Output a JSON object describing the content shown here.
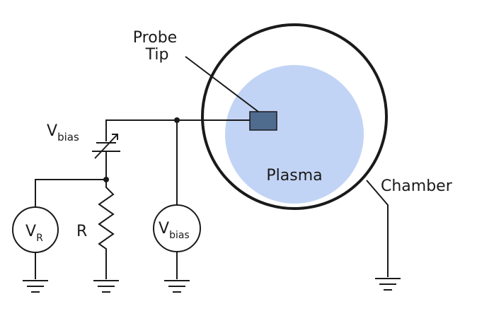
{
  "labels": {
    "probe_line1": "Probe",
    "probe_line2": "Tip",
    "vbias_top_main": "V",
    "vbias_top_sub": "bias",
    "plasma": "Plasma",
    "chamber": "Chamber",
    "resistor": "R",
    "vr_meter_main": "V",
    "vr_meter_sub": "R",
    "vbias_meter_main": "V",
    "vbias_meter_sub": "bias"
  },
  "colors": {
    "plasma_fill": "#c2d4f5",
    "probe_tip_fill": "#4f6c8f",
    "wire": "#1a1a1a"
  }
}
